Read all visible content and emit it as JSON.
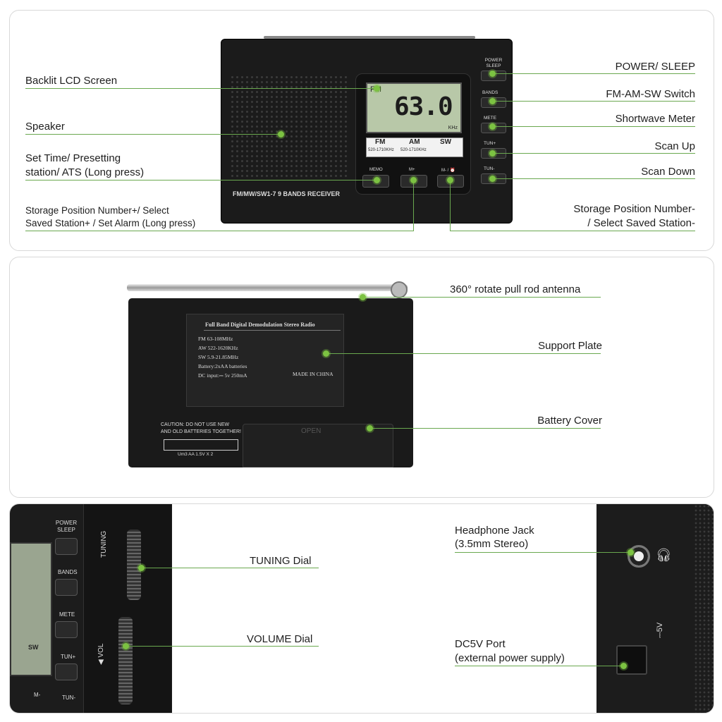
{
  "colors": {
    "accent": "#7cc242",
    "device": "#1b1b1b",
    "lcd": "#b8c8a8"
  },
  "top_panel": {
    "labels_left": {
      "lcd": "Backlit LCD Screen",
      "speaker": "Speaker",
      "memo_line1": "Set Time/ Presetting",
      "memo_line2": "station/ ATS (Long press)",
      "mplus_line1": "Storage Position Number+/ Select",
      "mplus_line2": "Saved Station+ / Set Alarm (Long press)"
    },
    "labels_right": {
      "power": "POWER/ SLEEP",
      "bands": "FM-AM-SW Switch",
      "meter": "Shortwave Meter",
      "scan_up": "Scan Up",
      "scan_down": "Scan Down",
      "mminus_line1": "Storage Position Number-",
      "mminus_line2": "/ Select Saved Station-"
    },
    "device": {
      "lcd_band": "FM",
      "lcd_freq": "63.0",
      "lcd_unit": "KHz",
      "band_fm": "FM",
      "band_am": "AM",
      "band_sw": "SW",
      "range_fm": "520-1710KHz",
      "range_am": "520-1710KHz",
      "btn_power": "POWER SLEEP",
      "btn_bands": "BANDS",
      "btn_mete": "METE",
      "btn_tun_plus": "TUN+",
      "btn_tun_minus": "TUN-",
      "btn_memo": "MEMO",
      "btn_mplus": "M+",
      "btn_mminus": "M- / ⏰",
      "model": "FM/MW/SW1-7  9 BANDS RECEIVER"
    }
  },
  "middle_panel": {
    "labels": {
      "antenna": "360° rotate pull rod antenna",
      "support": "Support Plate",
      "battery": "Battery Cover"
    },
    "plate": {
      "title": "Full Band Digital Demodulation Stereo Radio",
      "fm": "FM  63-108MHz",
      "aw": "AW  522-1620KHz",
      "sw": "SW  5.9-21.85MHz",
      "battery": "Battery:2xAA batteries",
      "dc": "DC input:⎓ 5v  250mA",
      "made": "MADE IN CHINA"
    },
    "caution_line1": "CAUTION:   DO NOT USE NEW",
    "caution_line2": "AND OLD BATTERIES TOGETHER!",
    "battery_spec": "Um3 AA 1.5V X 2",
    "open_text": "OPEN"
  },
  "bottom_panel": {
    "labels": {
      "tuning": "TUNING Dial",
      "volume": "VOLUME Dial",
      "headphone_line1": "Headphone Jack",
      "headphone_line2": "(3.5mm Stereo)",
      "dc_line1": "DC5V Port",
      "dc_line2": "(external power supply)"
    },
    "side": {
      "btn_power": "POWER SLEEP",
      "btn_bands": "BANDS",
      "btn_mete": "METE",
      "btn_tun_plus": "TUN+",
      "btn_tun_minus": "TUN-",
      "tuning_text": "TUNING",
      "vol_text": "◀ VOL",
      "sw_text": "SW",
      "m_text": "M-",
      "dc_text": "⎓5V"
    }
  }
}
